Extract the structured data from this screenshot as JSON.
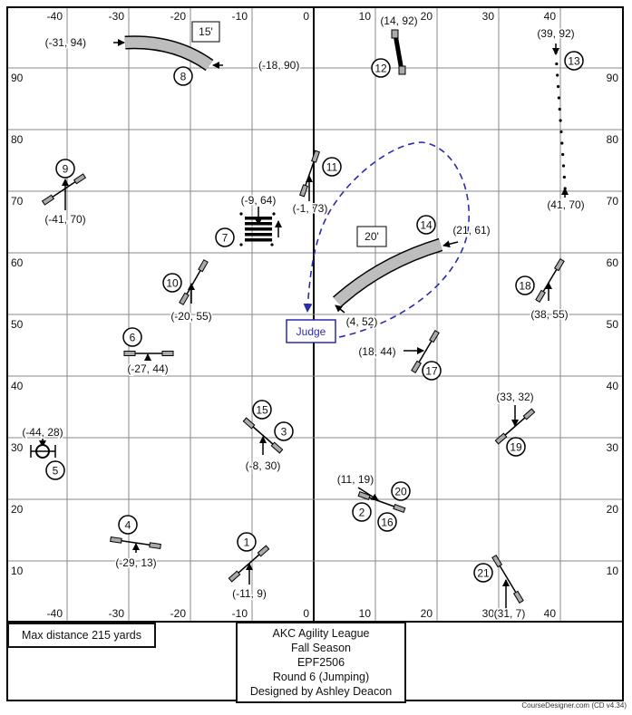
{
  "course": {
    "x_ticks_top": [
      "-40",
      "-30",
      "-20",
      "-10",
      "0",
      "10",
      "20",
      "30",
      "40"
    ],
    "x_ticks_bottom": [
      "-40",
      "-30",
      "-20",
      "-10",
      "0",
      "10",
      "20",
      "30",
      "40"
    ],
    "y_ticks": [
      "90",
      "80",
      "70",
      "60",
      "50",
      "40",
      "30",
      "20",
      "10"
    ],
    "tunnel_lengths": [
      "15'",
      "20'"
    ],
    "judge_label": "Judge",
    "numbers": [
      "1",
      "2",
      "3",
      "4",
      "5",
      "6",
      "7",
      "8",
      "9",
      "10",
      "11",
      "12",
      "13",
      "14",
      "15",
      "16",
      "17",
      "18",
      "19",
      "20",
      "21"
    ],
    "coords": [
      "(-31, 94)",
      "(-18, 90)",
      "(14, 92)",
      "(39, 92)",
      "(-41, 70)",
      "(-9, 64)",
      "(-1, 73)",
      "(41, 70)",
      "(21, 61)",
      "(-20, 55)",
      "(4, 52)",
      "(38, 55)",
      "(-27, 44)",
      "(18, 44)",
      "(33, 32)",
      "(-44, 28)",
      "(-8, 30)",
      "(11, 19)",
      "(-29, 13)",
      "(-11, 9)",
      "(31, 7)"
    ],
    "colors": {
      "judge": "#2b2bb0",
      "tunnel": "#bdbdbd",
      "grid": "#888888"
    }
  },
  "info": {
    "max_distance": "Max distance 215 yards",
    "title_lines": [
      "AKC Agility League",
      "Fall Season",
      "EPF2506",
      "Round 6 (Jumping)",
      "Designed by Ashley Deacon"
    ]
  },
  "credit": "CourseDesigner.com (CD v4.34)"
}
